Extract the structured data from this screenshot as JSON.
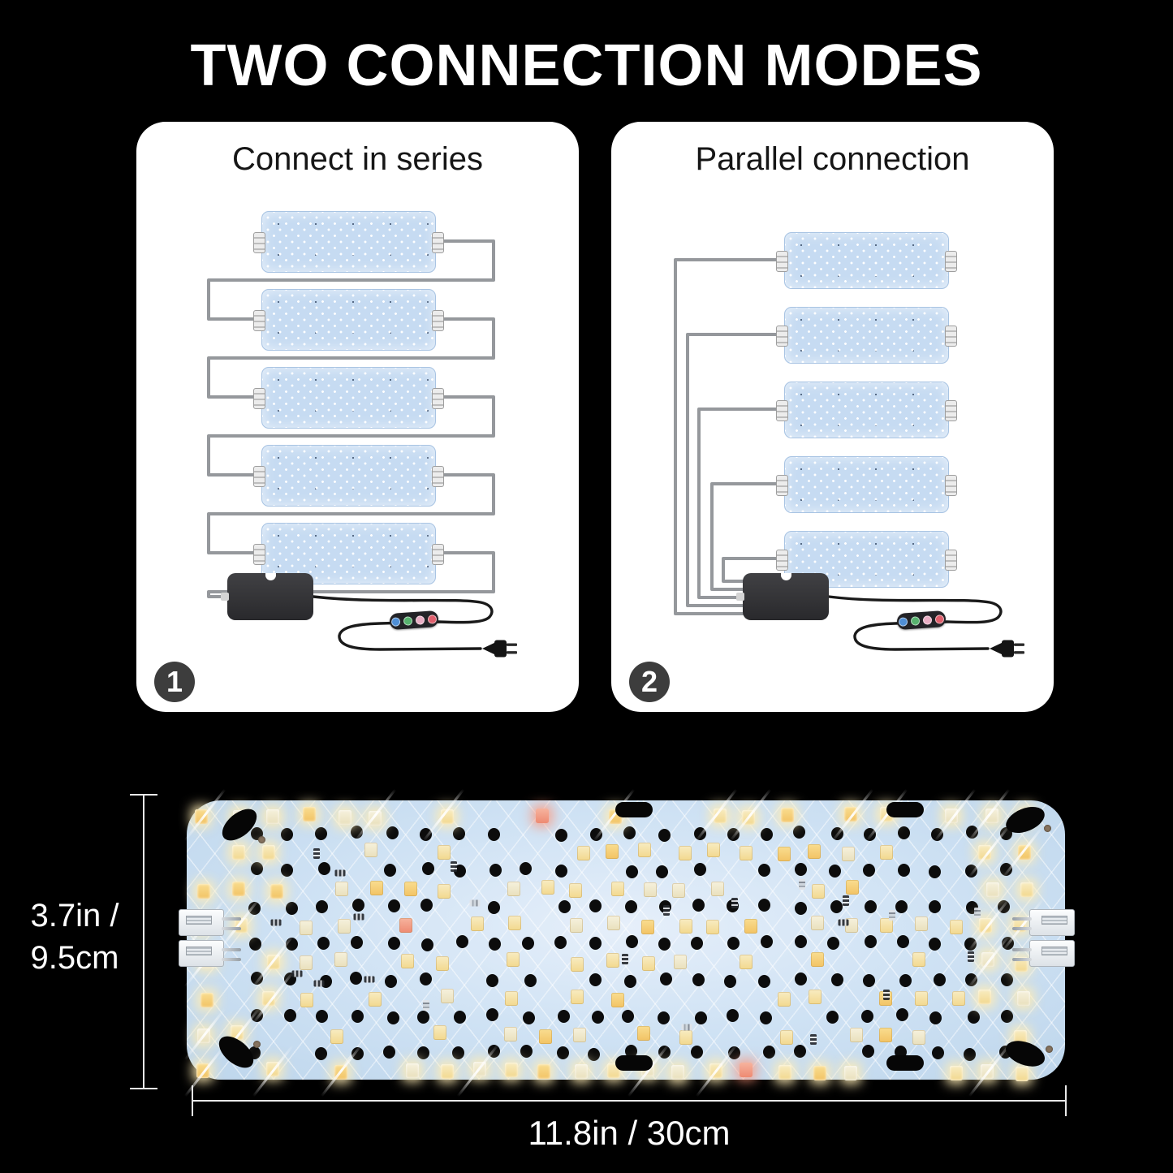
{
  "title": "TWO CONNECTION MODES",
  "cards": [
    {
      "badge": "1",
      "title": "Connect in series",
      "mode": "series",
      "panel_count": 5
    },
    {
      "badge": "2",
      "title": "Parallel connection",
      "mode": "parallel",
      "panel_count": 5
    }
  ],
  "dimensions": {
    "height_line1": "3.7in /",
    "height_line2": "9.5cm",
    "width": "11.8in / 30cm"
  },
  "colors": {
    "background": "#000000",
    "card_bg": "#ffffff",
    "panel_blue": "#c6dbf2",
    "wire_gray": "#95989c",
    "cable_black": "#1a1a1a",
    "badge_gray": "#3d3d3d",
    "led_warm": "#f2d88e",
    "led_red": "#ee8a72",
    "controller_buttons": [
      "#4f8fd6",
      "#57b26e",
      "#e9aec4",
      "#e05f6d"
    ]
  },
  "icons": {
    "power_plug": "power-plug-icon",
    "power_adapter": "power-adapter",
    "inline_controller": "inline-controller",
    "step_1": "circled-number-1",
    "step_2": "circled-number-2"
  }
}
